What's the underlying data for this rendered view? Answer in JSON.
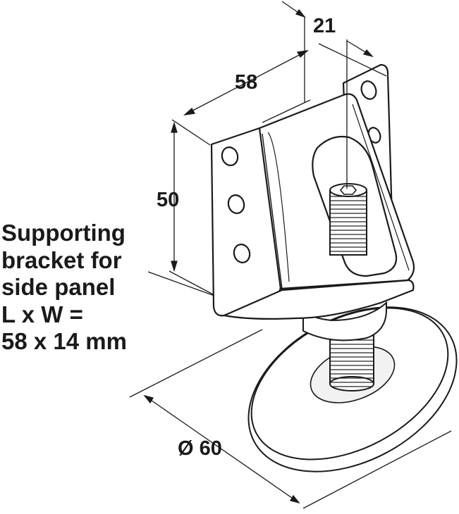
{
  "dimensions": {
    "width_top": "21",
    "length": "58",
    "height": "50",
    "base_diameter": "Ø 60"
  },
  "caption": {
    "line1": "Supporting",
    "line2": "bracket for",
    "line3": "side panel",
    "line4": "L x W =",
    "line5": "58 x 14 mm"
  },
  "colors": {
    "line": "#1a1a1a",
    "fill": "#ffffff",
    "shade": "#ececec"
  }
}
